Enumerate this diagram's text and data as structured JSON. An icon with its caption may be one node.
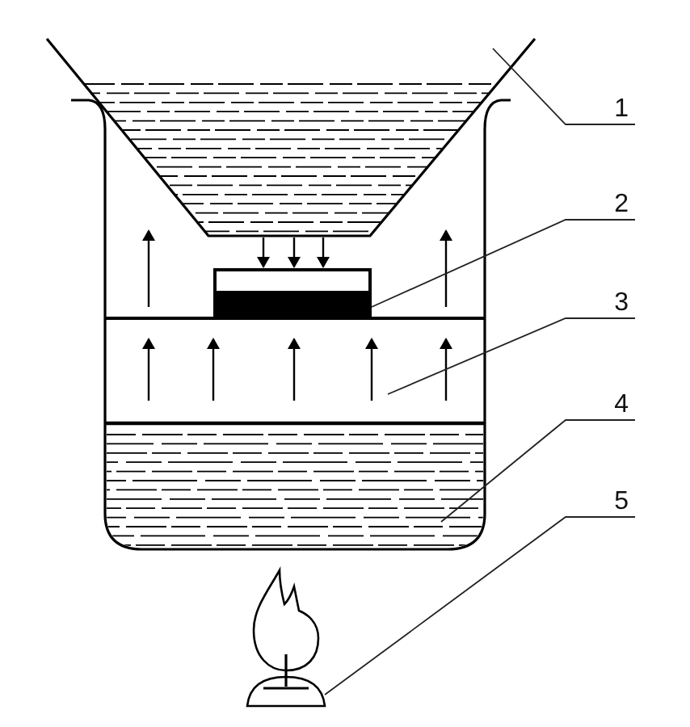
{
  "diagram": {
    "nodes": [
      {
        "text": [
          "1"
        ]
      },
      {
        "text": [],
        "shape": "picture"
      },
      {
        "text": [
          "2"
        ]
      },
      {
        "text": [],
        "shape": "box"
      },
      {
        "text": [
          "3"
        ]
      },
      {
        "text": [
          "4"
        ]
      },
      {
        "text": [],
        "shape": "picture"
      },
      {
        "text": [
          "5"
        ]
      },
      {
        "text": [],
        "shape": "picture"
      }
    ],
    "edges": [
      {
        "from": 0,
        "to": 1,
        "arrow": "none"
      },
      {
        "from": 1,
        "to": 3,
        "arrow": "to"
      },
      {
        "from": 1,
        "to": 3,
        "arrow": "to"
      },
      {
        "from": 1,
        "to": 3,
        "arrow": "to"
      },
      {
        "from": 2,
        "to": 3,
        "arrow": "none"
      },
      {
        "from": 4,
        "to": null,
        "arrow": "none"
      },
      {
        "from": 5,
        "to": 6,
        "arrow": "none"
      },
      {
        "from": 7,
        "to": 8,
        "arrow": "none"
      }
    ]
  }
}
